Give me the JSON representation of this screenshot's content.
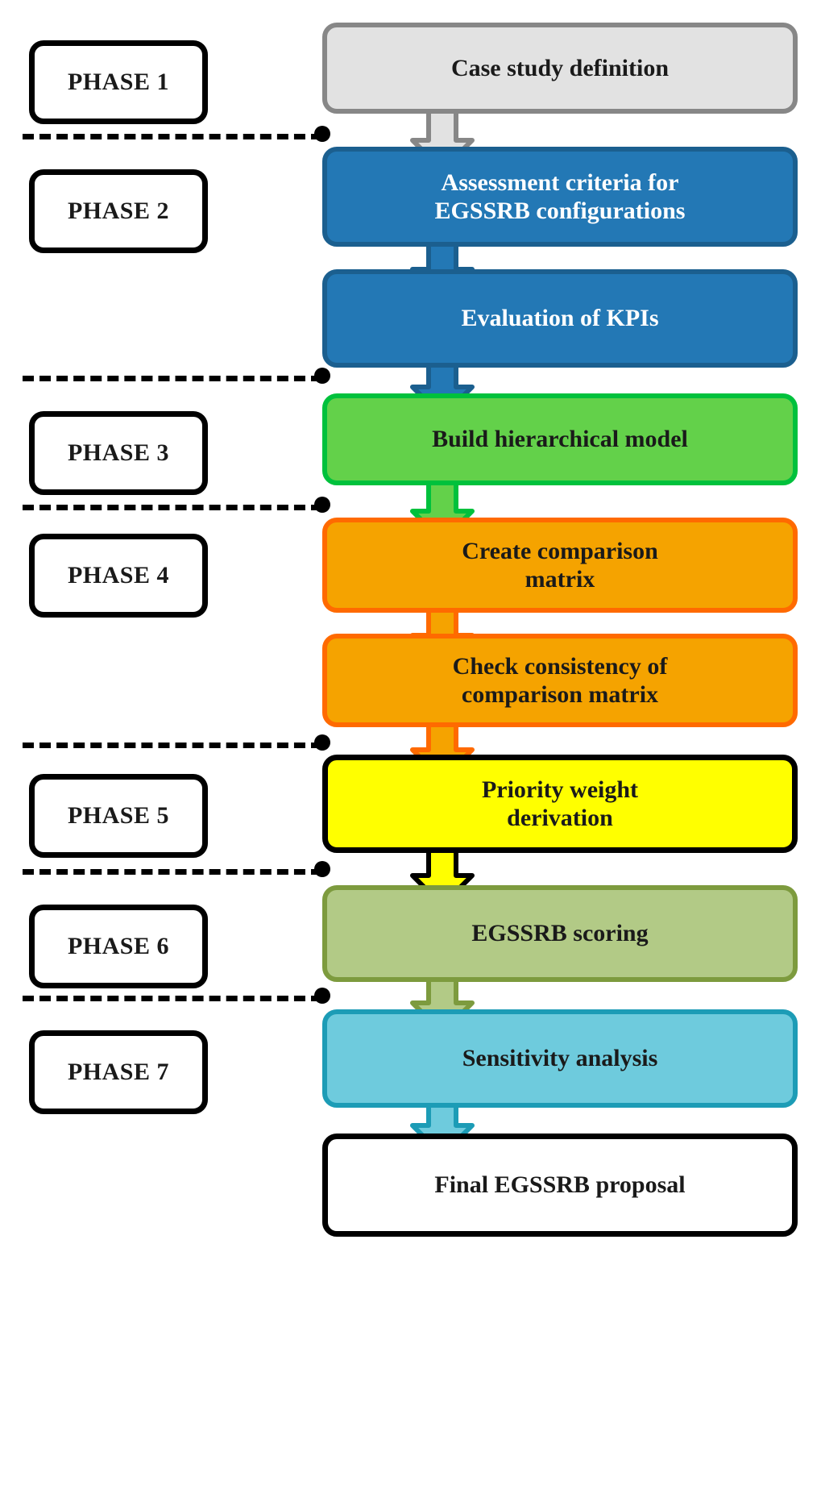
{
  "diagram": {
    "title": "EGSSRB assessment methodology phases flowchart",
    "type": "flowchart",
    "orientation": "vertical"
  },
  "phases": [
    {
      "id": "phase-1",
      "label": "PHASE 1"
    },
    {
      "id": "phase-2",
      "label": "PHASE 2"
    },
    {
      "id": "phase-3",
      "label": "PHASE 3"
    },
    {
      "id": "phase-4",
      "label": "PHASE 4"
    },
    {
      "id": "phase-5",
      "label": "PHASE 5"
    },
    {
      "id": "phase-6",
      "label": "PHASE 6"
    },
    {
      "id": "phase-7",
      "label": "PHASE 7"
    }
  ],
  "steps": [
    {
      "id": "step-case-study-definition",
      "label": "Case study definition",
      "phase": "PHASE 1",
      "fill": "#e2e2e2",
      "border": "#878787",
      "text_color": "#1a1a1a"
    },
    {
      "id": "step-assessment-criteria",
      "label": "Assessment criteria for\nEGSSRB configurations",
      "phase": "PHASE 2",
      "fill": "#2378b5",
      "border": "#1b5f8f",
      "text_color": "#ffffff"
    },
    {
      "id": "step-evaluation-of-kpis",
      "label": "Evaluation of  KPIs",
      "phase": "PHASE 2",
      "fill": "#2378b5",
      "border": "#1b5f8f",
      "text_color": "#ffffff"
    },
    {
      "id": "step-build-hierarchical-model",
      "label": "Build hierarchical model",
      "phase": "PHASE 3",
      "fill": "#63d14a",
      "border": "#00c13c",
      "text_color": "#1a1a1a"
    },
    {
      "id": "step-create-comparison-matrix",
      "label": "Create comparison\nmatrix",
      "phase": "PHASE 4",
      "fill": "#f5a300",
      "border": "#ff6a00",
      "text_color": "#1a1a1a"
    },
    {
      "id": "step-check-consistency",
      "label": "Check consistency of\ncomparison matrix",
      "phase": "PHASE 4",
      "fill": "#f5a300",
      "border": "#ff6a00",
      "text_color": "#1a1a1a"
    },
    {
      "id": "step-priority-weight-derivation",
      "label": "Priority weight\nderivation",
      "phase": "PHASE 5",
      "fill": "#ffff00",
      "border": "#000000",
      "text_color": "#1a1a1a"
    },
    {
      "id": "step-egssrb-scoring",
      "label": "EGSSRB scoring",
      "phase": "PHASE 6",
      "fill": "#b2ca86",
      "border": "#7d9b3e",
      "text_color": "#1a1a1a"
    },
    {
      "id": "step-sensitivity-analysis",
      "label": "Sensitivity analysis",
      "phase": "PHASE 7",
      "fill": "#6ecbdd",
      "border": "#1c9cb6",
      "text_color": "#1a1a1a"
    },
    {
      "id": "step-final-egssrb-proposal",
      "label": "Final EGSSRB proposal",
      "phase": "PHASE 7",
      "fill": "#ffffff",
      "border": "#000000",
      "text_color": "#1a1a1a"
    }
  ],
  "arrows": [
    {
      "id": "arrow-1",
      "from": "step-case-study-definition",
      "to": "step-assessment-criteria",
      "fill": "#e2e2e2",
      "border": "#878787"
    },
    {
      "id": "arrow-2",
      "from": "step-assessment-criteria",
      "to": "step-evaluation-of-kpis",
      "fill": "#2378b5",
      "border": "#1b5f8f"
    },
    {
      "id": "arrow-3",
      "from": "step-evaluation-of-kpis",
      "to": "step-build-hierarchical-model",
      "fill": "#2378b5",
      "border": "#1b5f8f"
    },
    {
      "id": "arrow-4",
      "from": "step-build-hierarchical-model",
      "to": "step-create-comparison-matrix",
      "fill": "#63d14a",
      "border": "#00c13c"
    },
    {
      "id": "arrow-5",
      "from": "step-create-comparison-matrix",
      "to": "step-check-consistency",
      "fill": "#f5a300",
      "border": "#ff6a00"
    },
    {
      "id": "arrow-6",
      "from": "step-check-consistency",
      "to": "step-priority-weight-derivation",
      "fill": "#f5a300",
      "border": "#ff6a00"
    },
    {
      "id": "arrow-7",
      "from": "step-priority-weight-derivation",
      "to": "step-egssrb-scoring",
      "fill": "#ffff00",
      "border": "#000000"
    },
    {
      "id": "arrow-8",
      "from": "step-egssrb-scoring",
      "to": "step-sensitivity-analysis",
      "fill": "#b2ca86",
      "border": "#7d9b3e"
    },
    {
      "id": "arrow-9",
      "from": "step-sensitivity-analysis",
      "to": "step-final-egssrb-proposal",
      "fill": "#6ecbdd",
      "border": "#1c9cb6"
    }
  ],
  "separators": [
    {
      "id": "separator-1",
      "between": "PHASE 1 / PHASE 2"
    },
    {
      "id": "separator-2",
      "between": "PHASE 2 / PHASE 3"
    },
    {
      "id": "separator-3",
      "between": "PHASE 3 / PHASE 4"
    },
    {
      "id": "separator-4",
      "between": "PHASE 4 / PHASE 5"
    },
    {
      "id": "separator-5",
      "between": "PHASE 5 / PHASE 6"
    },
    {
      "id": "separator-6",
      "between": "PHASE 6 / PHASE 7"
    }
  ]
}
